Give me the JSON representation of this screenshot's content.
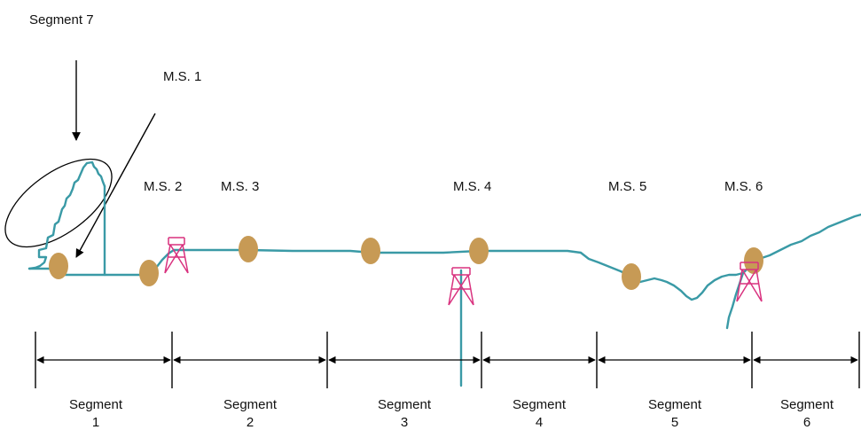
{
  "colors": {
    "pipeline": "#3a9aa6",
    "station": "#c79a55",
    "tower": "#d9327f",
    "text": "#111111"
  },
  "top_labels": {
    "segment7": "Segment 7",
    "ms1": "M.S. 1",
    "ms2": "M.S. 2",
    "ms3": "M.S. 3",
    "ms4": "M.S. 4",
    "ms5": "M.S. 5",
    "ms6": "M.S. 6"
  },
  "segments": [
    {
      "name": "Segment",
      "num": "1"
    },
    {
      "name": "Segment",
      "num": "2"
    },
    {
      "name": "Segment",
      "num": "3"
    },
    {
      "name": "Segment",
      "num": "4"
    },
    {
      "name": "Segment",
      "num": "5"
    },
    {
      "name": "Segment",
      "num": "6"
    }
  ],
  "icons": {
    "station": "meter-station-icon",
    "tower": "transmission-tower-icon"
  }
}
